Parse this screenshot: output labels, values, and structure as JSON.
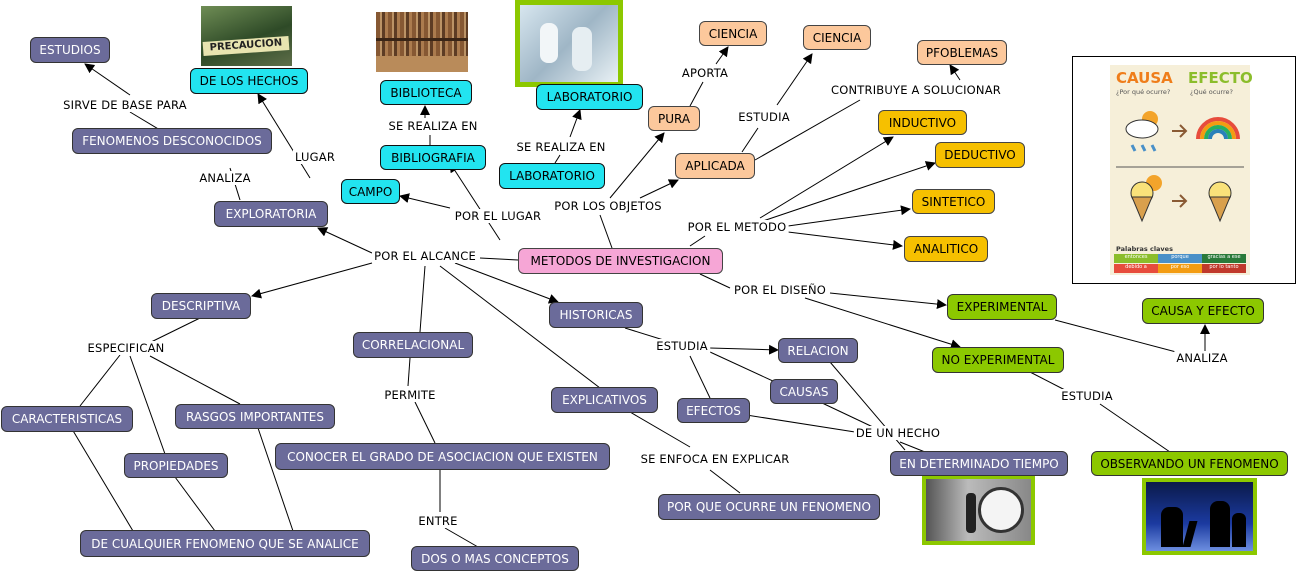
{
  "nodes": {
    "metodos": "METODOS DE INVESTIGACION",
    "estudios": "ESTUDIOS",
    "de_los_hechos": "DE LOS HECHOS",
    "biblioteca": "BIBLIOTECA",
    "laboratorio_top": "LABORATORIO",
    "ciencia_1": "CIENCIA",
    "ciencia_2": "CIENCIA",
    "pfoblemas": "PFOBLEMAS",
    "fenomenos": "FENOMENOS DESCONOCIDOS",
    "bibliografia": "BIBLIOGRAFIA",
    "pura": "PURA",
    "inductivo": "INDUCTIVO",
    "deductivo": "DEDUCTIVO",
    "aplicada": "APLICADA",
    "campo": "CAMPO",
    "laboratorio_mid": "LABORATORIO",
    "sintetico": "SINTETICO",
    "exploratoria": "EXPLORATORIA",
    "analitico": "ANALITICO",
    "descriptiva": "DESCRIPTIVA",
    "historicas": "HISTORICAS",
    "experimental": "EXPERIMENTAL",
    "causa_efecto": "CAUSA Y EFECTO",
    "correlacional": "CORRELACIONAL",
    "relacion": "RELACION",
    "no_experimental": "NO EXPERIMENTAL",
    "causas": "CAUSAS",
    "explicativos": "EXPLICATIVOS",
    "caracteristicas": "CARACTERISTICAS",
    "rasgos": "RASGOS IMPORTANTES",
    "efectos": "EFECTOS",
    "conocer": "CONOCER EL GRADO DE ASOCIACION QUE EXISTEN",
    "propiedades": "PROPIEDADES",
    "determinado": "EN DETERMINADO TIEMPO",
    "observando": "OBSERVANDO UN FENOMENO",
    "por_que": "POR QUE OCURRE UN FENOMENO",
    "cualquier": "DE CUALQUIER FENOMENO QUE SE ANALICE",
    "dos_o_mas": "DOS O MAS CONCEPTOS"
  },
  "link_labels": {
    "sirve_de": "SIRVE DE  BASE PARA",
    "lugar": "LUGAR",
    "analiza_1": "ANALIZA",
    "se_realiza_en_1": "SE REALIZA EN",
    "se_realiza_en_2": "SE REALIZA EN",
    "aporta": "APORTA",
    "estudia_1": "ESTUDIA",
    "contribuye": "CONTRIBUYE A SOLUCIONAR",
    "por_el_lugar": "POR EL LUGAR",
    "por_los_objetos": "POR LOS OBJETOS",
    "por_el_metodo": "POR EL METODO",
    "por_el_alcance": "POR EL ALCANCE",
    "por_el_diseno": "POR EL DISEÑO",
    "especifican": "ESPECIFICAN",
    "estudia_2": "ESTUDIA",
    "analiza_2": "ANALIZA",
    "permite": "PERMITE",
    "estudia_3": "ESTUDIA",
    "de_un_hecho": "DE UN HECHO",
    "se_enfoca": "SE ENFOCA EN EXPLICAR",
    "entre": "ENTRE"
  },
  "poster": {
    "causa": "CAUSA",
    "efecto": "EFECTO",
    "causa_q": "¿Por qué ocurre?",
    "efecto_q": "¿Qué ocurre?",
    "palabras_claves": "Palabras claves",
    "keywords_row1": [
      "entonces",
      "porque",
      "gracias a ese"
    ],
    "keywords_row2": [
      "debido a",
      "por eso",
      "por lo tanto"
    ]
  },
  "sign_text": "PRECAUCION",
  "colors": {
    "purple": "#6b6b9a",
    "cyan": "#22e4f0",
    "pink": "#f6a6d6",
    "peach": "#fcc89c",
    "gold": "#f6c000",
    "green": "#8cc800",
    "line": "#000000"
  }
}
